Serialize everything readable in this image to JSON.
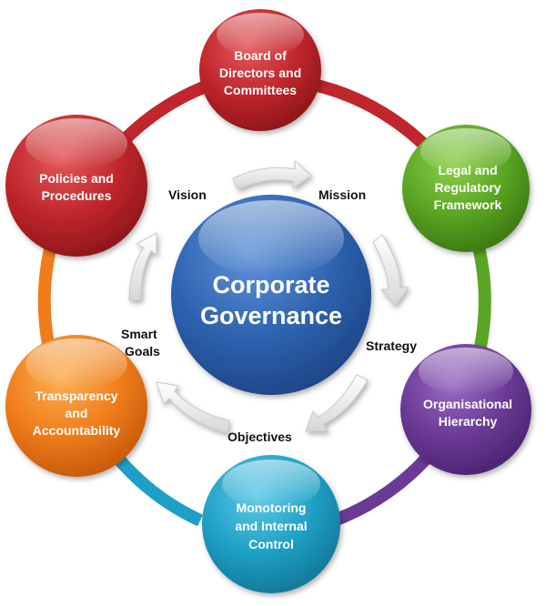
{
  "center": {
    "line1": "Corporate",
    "line2": "Governance"
  },
  "nodes": {
    "board": {
      "lines": [
        "Board of",
        "Directors and",
        "Committees"
      ]
    },
    "legal": {
      "lines": [
        "Legal and",
        "Regulatory",
        "Framework"
      ]
    },
    "hierarchy": {
      "lines": [
        "Organisational",
        "Hierarchy"
      ]
    },
    "control": {
      "lines": [
        "Monotoring",
        "and Internal",
        "Control"
      ]
    },
    "transparency": {
      "lines": [
        "Transparency",
        "and",
        "Accountability"
      ]
    },
    "policies": {
      "lines": [
        "Policies and",
        "Procedures"
      ]
    }
  },
  "cycle": {
    "vision": "Vision",
    "mission": "Mission",
    "strategy": "Strategy",
    "objectives": "Objectives",
    "smart_goals_1": "Smart",
    "smart_goals_2": "Goals"
  },
  "colors": {
    "board": "#c0262c",
    "legal": "#5aa523",
    "hierarchy": "#6b3a96",
    "control": "#1ea0c6",
    "transparency": "#f07d1a",
    "policies": "#c0262c",
    "center": "#2e63b0"
  }
}
